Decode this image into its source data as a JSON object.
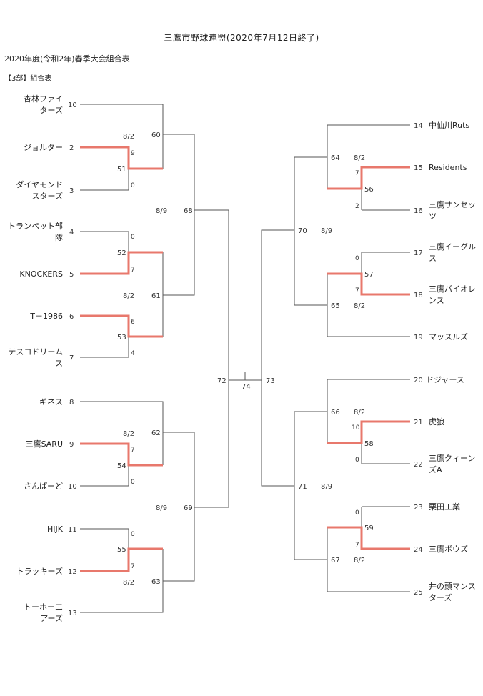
{
  "header": {
    "title": "三鷹市野球連盟(2020年7月12日終了)",
    "subtitle": "2020年度(令和2年)春季大会組合表",
    "section": "【3部】組合表"
  },
  "teams": [
    {
      "seed": "10",
      "name": [
        "杏林ファイ",
        "ターズ"
      ]
    },
    {
      "seed": "2",
      "name": [
        "ジョルター"
      ]
    },
    {
      "seed": "3",
      "name": [
        "ダイヤモンド",
        "スターズ"
      ]
    },
    {
      "seed": "4",
      "name": [
        "トランペット部",
        "隊"
      ]
    },
    {
      "seed": "5",
      "name": [
        "KNOCKERS"
      ]
    },
    {
      "seed": "6",
      "name": [
        "T－1986"
      ]
    },
    {
      "seed": "7",
      "name": [
        "テスコドリーム",
        "ス"
      ]
    },
    {
      "seed": "8",
      "name": [
        "ギネス"
      ]
    },
    {
      "seed": "9",
      "name": [
        "三鷹SARU"
      ]
    },
    {
      "seed": "10",
      "name": [
        "さんぱーど"
      ]
    },
    {
      "seed": "11",
      "name": [
        "HIJK"
      ]
    },
    {
      "seed": "12",
      "name": [
        "トラッキーズ"
      ]
    },
    {
      "seed": "13",
      "name": [
        "トーホーエ",
        "アーズ"
      ]
    },
    {
      "seed": "14",
      "name": [
        "中仙川Ruts"
      ]
    },
    {
      "seed": "15",
      "name": [
        "Residents"
      ]
    },
    {
      "seed": "16",
      "name": [
        "三鷹サンセッ",
        "ツ"
      ]
    },
    {
      "seed": "17",
      "name": [
        "三鷹イーグル",
        "ス"
      ]
    },
    {
      "seed": "18",
      "name": [
        "三鷹バイオレ",
        "ンス"
      ]
    },
    {
      "seed": "19",
      "name": [
        "マッスルズ"
      ]
    },
    {
      "seed": "20",
      "name": [
        "ドジャース"
      ]
    },
    {
      "seed": "21",
      "name": [
        "虎狼"
      ]
    },
    {
      "seed": "22",
      "name": [
        "三鷹クィーン",
        "ズA"
      ]
    },
    {
      "seed": "23",
      "name": [
        "栗田工業"
      ]
    },
    {
      "seed": "24",
      "name": [
        "三鷹ボウズ"
      ]
    },
    {
      "seed": "25",
      "name": [
        "井の頭マンス",
        "ターズ"
      ]
    }
  ],
  "games": [
    "51",
    "52",
    "53",
    "54",
    "55",
    "56",
    "57",
    "58",
    "59",
    "60",
    "61",
    "62",
    "63",
    "64",
    "65",
    "66",
    "67",
    "68",
    "69",
    "70",
    "71",
    "72",
    "73",
    "74"
  ],
  "scores": {
    "g51_top": "9",
    "g51_bottom": "0",
    "g52_top": "0",
    "g52_bottom": "7",
    "g53_top": "6",
    "g53_bottom": "4",
    "g54_top": "7",
    "g54_bottom": "0",
    "g55_top": "0",
    "g55_bottom": "7",
    "g56_top": "7",
    "g56_bottom": "2",
    "g57_top": "0",
    "g57_bottom": "7",
    "g58_top": "10",
    "g58_bottom": "0",
    "g59_top": "0",
    "g59_bottom": "7"
  },
  "dates": {
    "d60": "8/2",
    "d61": "8/2",
    "d62": "8/2",
    "d63": "8/2",
    "d64": "8/2",
    "d65": "8/2",
    "d66": "8/2",
    "d67": "8/2",
    "d68": "8/9",
    "d69": "8/9",
    "d70": "8/9",
    "d71": "8/9"
  },
  "colors": {
    "winner_line": "#e8786c",
    "bracket_line": "#555555"
  }
}
